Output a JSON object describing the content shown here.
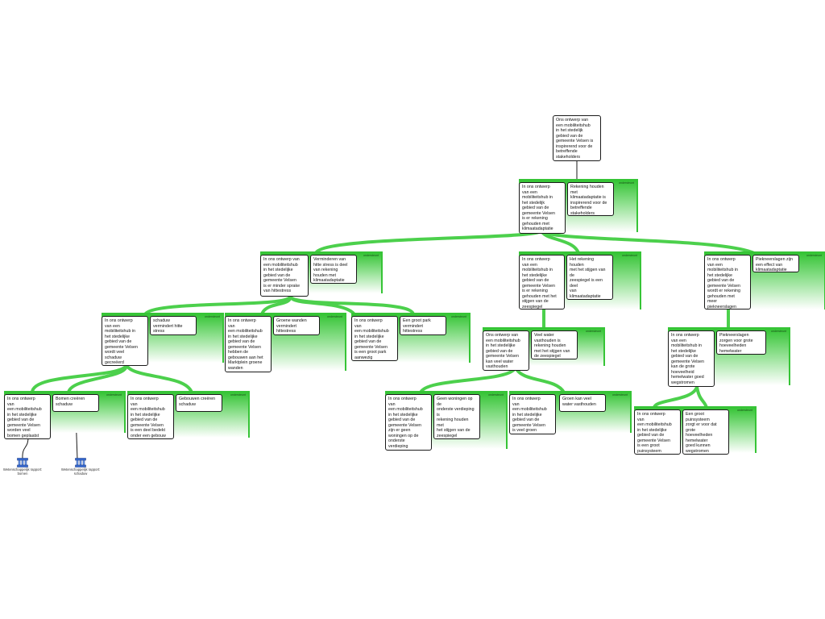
{
  "root": {
    "text": "Ons ontwerp van\neen mobiliteitshub\nin het stedelijk\ngebied van de\ngemeente Velsen is\ninspirerend voor de\nbetreffende\nstakeholders"
  },
  "nodes": [
    {
      "tag": "ondersteunt",
      "claim": "In ons ontwerp\nvan een\nmobiliteitshub in\nhet stedelijk\ngebied van de\ngemeente Velsen\nis er rekening\ngehouden met\nklimaatadaptatie",
      "premise": "Rekening houden\nmet\nklimaatadaptatie is\ninspirerend voor de\nbetreffende\nstakeholders"
    },
    {
      "tag": "ondersteunt",
      "claim": "In ons ontwerp van\neen mobiliteitshub\nin het stedelijke\ngebied van de\ngemeente Velsen\nis er minder sprake\nvan hittestress",
      "premise": "Verminderen van\nhitte stress is deel\nvan rekening\nhouden met\nklimaatadaptatie"
    },
    {
      "tag": "ondersteunt",
      "claim": "In ons ontwerp\nvan een\nmobiliteitshub in\nhet stedelijke\ngebied van de\ngemeente Velsen\nis er rekening\ngehouden met het\nstijgen van de\nzeespiegel",
      "premise": "Het rekening\nhouden\nmet het stijgen van\nde\nzeespiegel is een\ndeel\nvan\nklimaatadaptatie"
    },
    {
      "tag": "ondersteunt",
      "claim": "In ons ontwerp\nvan een\nmobiliteitshub in\nhet stedelijke\ngebied van de\ngemeente Velsen\nwordt er rekening\ngehouden met\nmeer\npiekneerslagen",
      "premise": "Piekneerslagen zijn\neen effect van\nklimaatadaptatie"
    },
    {
      "tag": "ondersteunt",
      "claim": "In ons ontwerp\nvan een\nmobiliteitshub in\nhet stedelijke\ngebied van de\ngemeente Velsen\nwordt veel\nschaduw\ngecreëerd",
      "premise": "schaduw\nvermindert hitte\nstress"
    },
    {
      "tag": "ondersteunt",
      "claim": "In ons ontwerp\nvan\neen mobiliteitshub\nin het stedelijke\ngebied van de\ngemeente Velsen\nhebben de\ngebouwen aan het\nMarktplein groene\nwanden",
      "premise": "Groene wanden\nvermindert\nhittestress"
    },
    {
      "tag": "ondersteunt",
      "claim": "In ons ontwerp\nvan\neen mobiliteitshub\nin het stedelijke\ngebied van de\ngemeente Velsen\nis een groot park\naanwezig",
      "premise": "Een groot park\nvermindert\nhittestress"
    },
    {
      "tag": "ondersteunt",
      "claim": "Ons ontwerp van\neen mobiliteitshub\nin het stedelijke\ngebied van de\ngemeente Velsen\nkan veel water\nvasthouden",
      "premise": "Veel water\nvasthouden is\nrekening houden\nmet het stijgen van\nde zeespiegel"
    },
    {
      "tag": "ondersteunt",
      "claim": "In ons ontwerp\nvan een\nmobiliteitshub in\nhet stedelijke\ngebied van de\ngemeente Velsen\nkan de grote\nhoeveelheid\nhemelwater goed\nwegstromen",
      "premise": "Piekneerslagen\nzorgen voor grote\nhoeveelheden\nhemelwater"
    },
    {
      "tag": "ondersteunt",
      "claim": "In ons ontwerp\nvan\neen mobiliteitshub\nin het stedelijke\ngebied van de\ngemeente Velsen\nworden veel\nbomen geplaatst",
      "premise": "Bomen creëren\nschaduw"
    },
    {
      "tag": "ondersteunt",
      "claim": "In ons ontwerp\nvan\neen mobiliteitshub\nin het stedelijke\ngebied van de\ngemeente Velsen\nis een deel bedekt\nonder een gebouw",
      "premise": "Gebouwen creëren\nschaduw"
    },
    {
      "tag": "ondersteunt",
      "claim": "In ons ontwerp\nvan\neen mobiliteitshub\nin het stedelijke\ngebied van de\ngemeente Velsen\nzijn er geen\nwoningen op de\nonderste\nverdieping",
      "premise": "Geen woningen op\nde\nonderste verdieping\nis\nrekening houden\nmet\nhet stijgen van de\nzeespiegel"
    },
    {
      "tag": "ondersteunt",
      "claim": "In ons ontwerp\nvan\neen mobiliteitshub\nin het stedelijke\ngebied van de\ngemeente Velsen\nis veel groen",
      "premise": "Groen kan veel\nwater vasthouden"
    },
    {
      "tag": "ondersteunt",
      "claim": "In ons ontwerp\nvan\neen mobiliteitshub\nin het stedelijke\ngebied van de\ngemeente Velsen\nis een groot\npuinsysteem",
      "premise": "Een groot\npuinsysteem\nzorgt er voor dat\ngrote\nhoeveelheden\nhemelwater\ngoed kunnen\nwegstromen"
    }
  ],
  "evidence": [
    {
      "label": "Wetenschappelijk rapport:\nbomen",
      "icon": "building-icon"
    },
    {
      "label": "Wetenschappelijk rapport:\nschaduw",
      "icon": "building-icon"
    }
  ],
  "colors": {
    "accent": "#36c436",
    "connector": "#4cd04c",
    "border": "#1a1a1a"
  }
}
